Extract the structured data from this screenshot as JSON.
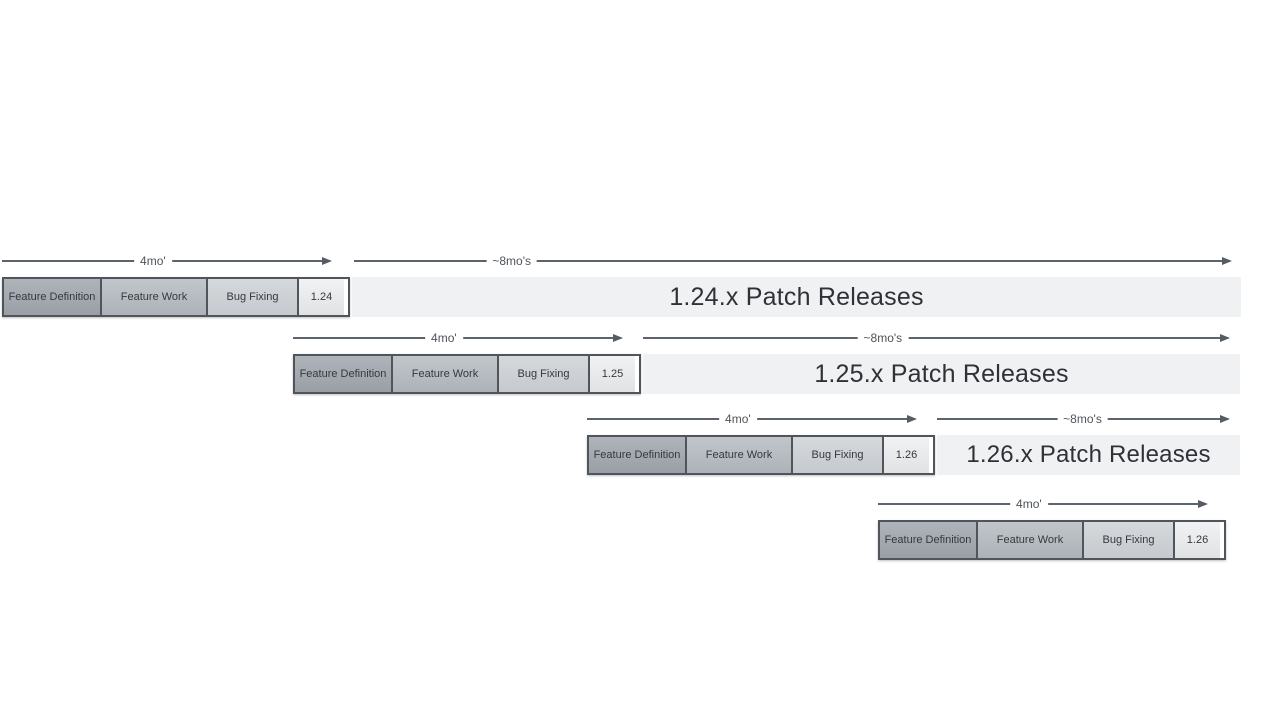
{
  "page": {
    "background": "#ffffff"
  },
  "rows": [
    {
      "dev_arrow_label": "4mo'",
      "patch_arrow_label": "~8mo's",
      "cells": [
        "Feature Definition",
        "Feature Work",
        "Bug Fixing"
      ],
      "version": "1.24",
      "patch_label": "1.24.x Patch Releases"
    },
    {
      "dev_arrow_label": "4mo'",
      "patch_arrow_label": "~8mo's",
      "cells": [
        "Feature Definition",
        "Feature Work",
        "Bug Fixing"
      ],
      "version": "1.25",
      "patch_label": "1.25.x Patch Releases"
    },
    {
      "dev_arrow_label": "4mo'",
      "patch_arrow_label": "~8mo's",
      "cells": [
        "Feature Definition",
        "Feature Work",
        "Bug Fixing"
      ],
      "version": "1.26",
      "patch_label": "1.26.x Patch Releases"
    },
    {
      "dev_arrow_label": "4mo'",
      "cells": [
        "Feature Definition",
        "Feature Work",
        "Bug Fixing"
      ],
      "version": "1.26"
    }
  ],
  "colors": {
    "feature_definition_fill": "#a2a8ae",
    "feature_work_fill": "#b6bbc1",
    "bug_fixing_fill": "#cdd1d5",
    "version_box_fill": "#e8eaec",
    "patch_bar_fill": "#eff1f2",
    "box_border": "#4f555b",
    "arrow": "#5d636a",
    "text_dark": "#2e3237",
    "text_label": "#4e545a"
  }
}
